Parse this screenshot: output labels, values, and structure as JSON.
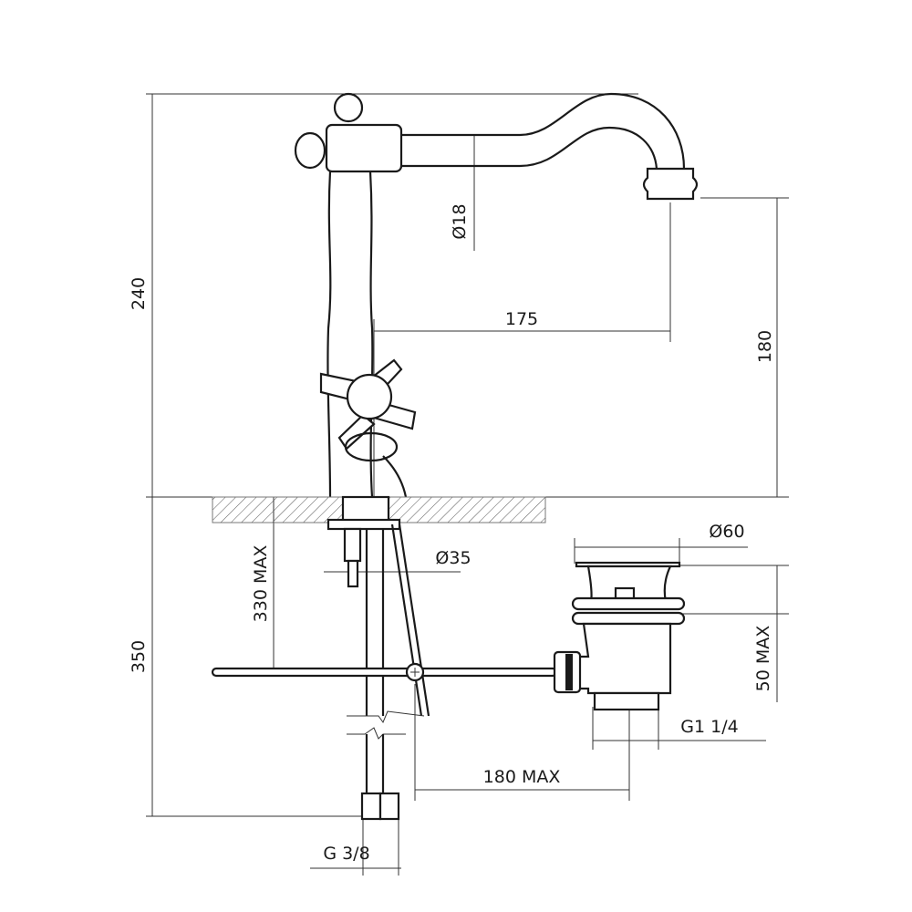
{
  "dimensions": {
    "total_height_above": "240",
    "spout_diameter": "Ø18",
    "spout_reach": "175",
    "spout_height": "180",
    "total_depth_below": "350",
    "shank_length": "330 MAX",
    "base_diameter": "Ø35",
    "drain_flange_diameter": "Ø60",
    "drain_length": "50 MAX",
    "drain_thread": "G1 1/4",
    "rod_reach": "180 MAX",
    "supply_thread": "G 3/8"
  }
}
